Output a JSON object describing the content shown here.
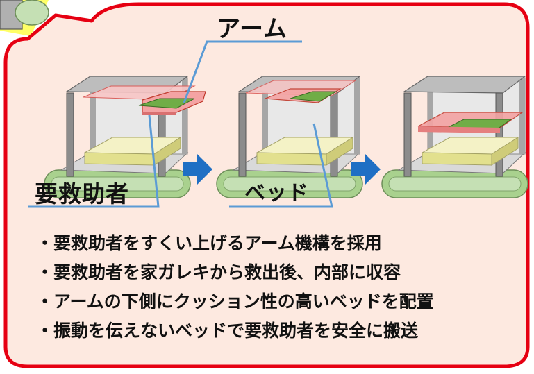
{
  "labels": {
    "arm": "アーム",
    "rescuee": "要救助者",
    "bed": "ベッド"
  },
  "bullets": [
    "・要救助者をすくい上げるアーム機構を採用",
    "・要救助者を家ガレキから救出後、内部に収容",
    "・アームの下側にクッション性の高いベッドを配置",
    "・振動を伝えないベッドで要救助者を安全に搬送"
  ],
  "colors": {
    "frame_border": "#e60012",
    "panel_fill": "#fde9e0",
    "callout_line": "#5b9bd5",
    "arrow": "#1f6fc4",
    "track": "#a9d18e",
    "bed": "#ecebb0",
    "arm": "#f4a3a3"
  }
}
